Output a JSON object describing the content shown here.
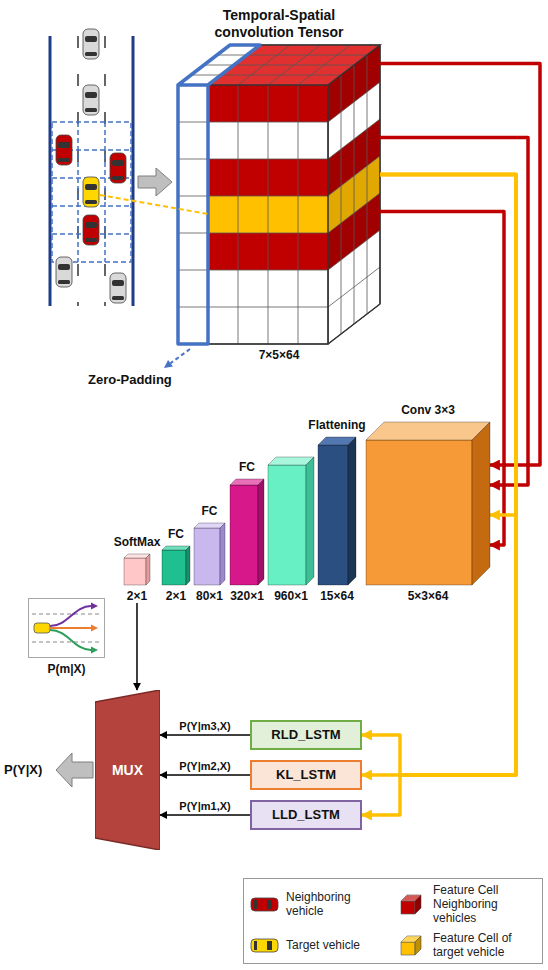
{
  "diagram": {
    "nodes": [
      {
        "text": [
          "Temporal-Spatial convolution Tensor",
          "7×5×64"
        ]
      },
      {
        "text": [
          "Conv 3×3",
          "5×3×64"
        ]
      },
      {
        "text": [
          "Flattening",
          "15×64"
        ]
      },
      {
        "text": [
          "960×1"
        ]
      },
      {
        "text": [
          "FC",
          "320×1"
        ]
      },
      {
        "text": [
          "FC",
          "80×1"
        ]
      },
      {
        "text": [
          "FC",
          "2×1"
        ]
      },
      {
        "text": [
          "SoftMax",
          "2×1"
        ]
      },
      {
        "text": [
          "P(m|X)"
        ]
      },
      {
        "text": [
          "MUX"
        ]
      },
      {
        "text": [
          "RLD_LSTM"
        ]
      },
      {
        "text": [
          "KL_LSTM"
        ]
      },
      {
        "text": [
          "LLD_LSTM"
        ]
      }
    ],
    "edges": [
      {
        "from": 0,
        "to": 1,
        "arrow": "to"
      },
      {
        "from": 0,
        "to": 1,
        "arrow": "to"
      },
      {
        "from": 0,
        "to": 1,
        "arrow": "to"
      },
      {
        "from": 0,
        "to": 1,
        "arrow": "to"
      },
      {
        "from": 0,
        "to": 10,
        "arrow": "to"
      },
      {
        "from": 0,
        "to": 11,
        "arrow": "to"
      },
      {
        "from": 0,
        "to": 12,
        "arrow": "to"
      },
      {
        "from": 7,
        "to": 9,
        "arrow": "to"
      },
      {
        "from": 10,
        "to": 9,
        "arrow": "to",
        "label": "P(Y|m3,X)"
      },
      {
        "from": 11,
        "to": 9,
        "arrow": "to",
        "label": "P(Y|m2,X)"
      },
      {
        "from": 12,
        "to": 9,
        "arrow": "to",
        "label": "P(Y|m1,X)"
      }
    ],
    "labels": [
      "Zero-Padding",
      "P(Y|X)"
    ],
    "legend": [
      {
        "text": "Neighboring vehicle"
      },
      {
        "text": "Feature Cell Neighboring vehicles"
      },
      {
        "text": "Target vehicle"
      },
      {
        "text": "Feature Cell of target vehicle"
      }
    ]
  }
}
